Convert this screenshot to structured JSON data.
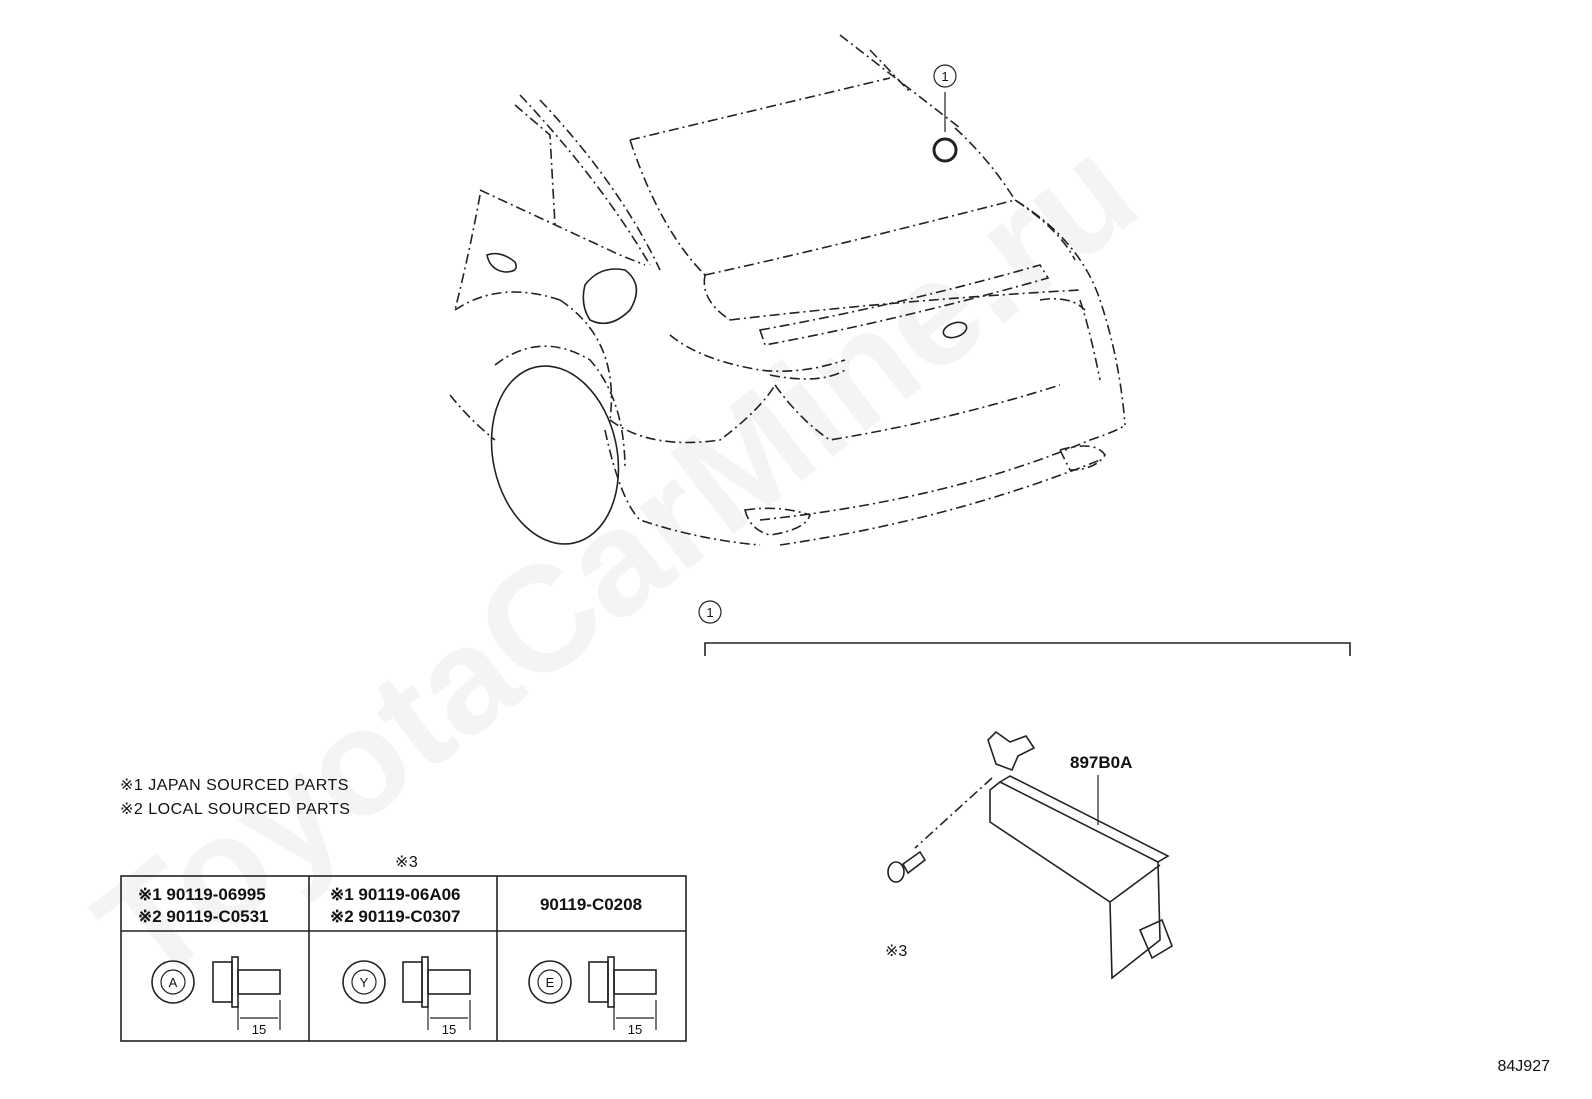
{
  "callout": {
    "number": "1"
  },
  "part": {
    "number": "897B0A",
    "fastener_mark": "※3"
  },
  "notes": [
    "※1 JAPAN SOURCED PARTS",
    "※2 LOCAL SOURCED PARTS"
  ],
  "fastener_table": {
    "header_mark": "※3",
    "columns": [
      {
        "line1": "※1  90119-06995",
        "line2": "※2  90119-C0531",
        "head_letter": "A",
        "dimension": "15"
      },
      {
        "line1": "※1  90119-06A06",
        "line2": "※2  90119-C0307",
        "head_letter": "Y",
        "dimension": "15"
      },
      {
        "line1": "90119-C0208",
        "line2": "",
        "head_letter": "E",
        "dimension": "15"
      }
    ]
  },
  "watermark": "ToyotaCarMine.ru",
  "diagram_code": "84J927"
}
